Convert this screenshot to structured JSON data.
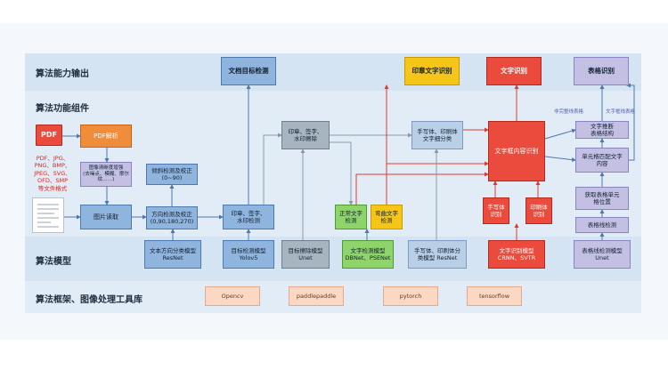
{
  "bands": {
    "output": "算法能力输出",
    "components": "算法功能组件",
    "models": "算法模型",
    "frameworks": "算法框架、图像处理工具库"
  },
  "inputs": {
    "pdf_icon_label": "PDF",
    "file_types": "PDF、JPG、\nPNG、BMP、\nJPEG、SVG、\nOFD、SMP\n等文件格式"
  },
  "nodes": {
    "pdf_parse": "PDF解析",
    "image_enhance": "图像清晰度增强\n(去噪点、模糊、摩尔纹……)",
    "image_read": "图片读取",
    "skew_correct": "倾斜检测及校正\n(0~90)",
    "direction_correct": "方向检测及校正\n(0,90,180,270)",
    "seal_sign_detect": "印章、签字、\n水印检测",
    "seal_sign_remove": "印章、签字、\n水印擦除",
    "straight_text": "正常文字\n检测",
    "curved_text": "弯曲文字\n检测",
    "hand_print_classify": "手写体、印刷体\n文字细分类",
    "text_box_recog": "文字框内容识别",
    "handwriting_recog": "手写体\n识别",
    "print_recog": "印刷体\n识别",
    "table_struct": "文字推断\n表格结构",
    "cell_match": "单元格匹配文字\n内容",
    "cell_position": "获取表格单元\n格位置",
    "table_line_detect": "表格线检测"
  },
  "outputs": {
    "doc_detect": "文档目标检测",
    "seal_text_recog": "印章文字识别",
    "text_recog": "文字识别",
    "table_recog": "表格识别"
  },
  "annotations": {
    "incomplete_table": "非完整线表格",
    "complete_table": "文字框线表格"
  },
  "models": {
    "direction_cls": "文本方向分类模型\nResNet",
    "target_detect": "目标检测模型\nYolov5",
    "erase_model": "目标擦除模型\nUnet",
    "text_detect": "文字检测模型\nDBNet、PSENet",
    "hand_print_model": "手写体、印刷体分\n类模型 ResNet",
    "text_recog_model": "文字识别模型\nCRNN、SVTR",
    "table_line_model": "表格线检测模型\nUnet"
  },
  "frameworks": [
    "Opencv",
    "paddlepaddle",
    "pytorch",
    "tensorflow"
  ],
  "colors": {
    "output_box": "#c4c0e3",
    "yellow": "#f5c518",
    "red": "#ea4b3c",
    "green": "#8fd36b",
    "blue": "#8fb4de"
  }
}
